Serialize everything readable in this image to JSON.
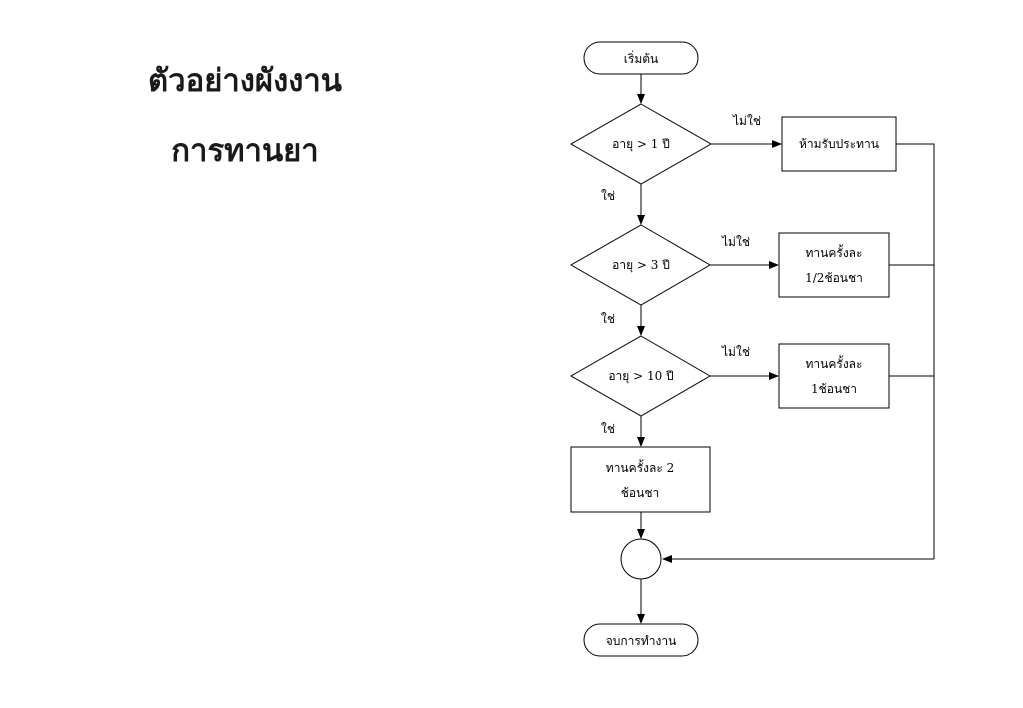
{
  "title": {
    "line1": "ตัวอย่างผังงาน",
    "line2": "การทานยา"
  },
  "flowchart": {
    "start": "เริ่มต้น",
    "decisions": [
      "อายุ > 1 ปี",
      "อายุ > 3 ปี",
      "อายุ > 10 ปี"
    ],
    "yes_label": "ใช่",
    "no_label": "ไม่ใช่",
    "outcomes": {
      "o1": "ห้ามรับประทาน",
      "o2_line1": "ทานครั้งละ",
      "o2_line2": "1/2ช้อนชา",
      "o3_line1": "ทานครั้งละ",
      "o3_line2": "1ช้อนชา",
      "o4_line1": "ทานครั้งละ 2",
      "o4_line2": "ช้อนชา"
    },
    "end": "จบการทำงาน"
  }
}
